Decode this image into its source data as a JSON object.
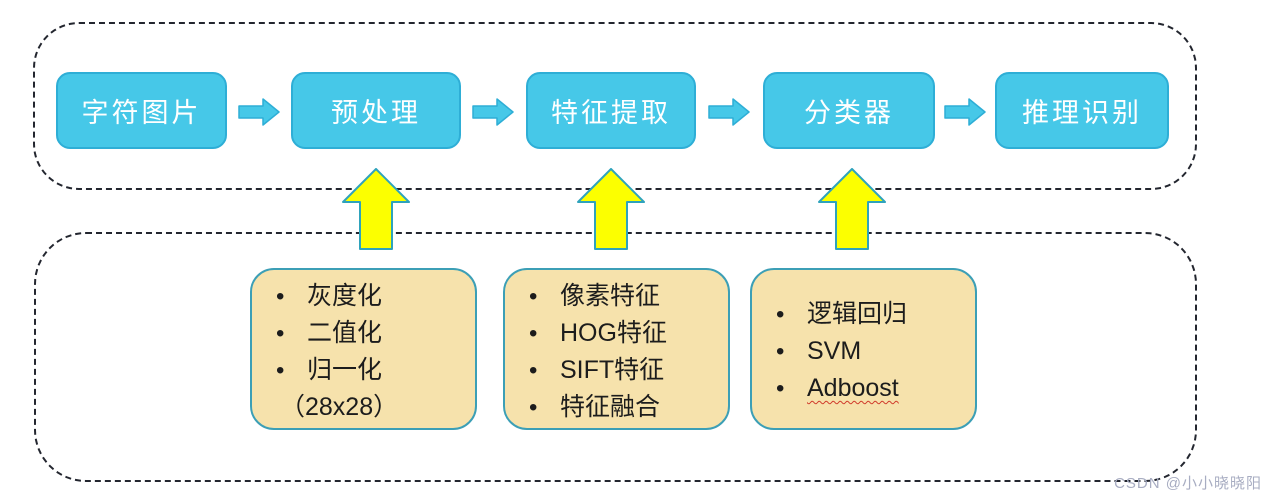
{
  "pipeline": {
    "boxes": [
      {
        "label": "字符图片"
      },
      {
        "label": "预处理"
      },
      {
        "label": "特征提取"
      },
      {
        "label": "分类器"
      },
      {
        "label": "推理识别"
      }
    ]
  },
  "panels": [
    {
      "items": [
        "灰度化",
        "二值化",
        "归一化"
      ],
      "note": "（28x28）"
    },
    {
      "items": [
        "像素特征",
        "HOG特征",
        "SIFT特征",
        "特征融合"
      ]
    },
    {
      "items": [
        "逻辑回归",
        "SVM",
        "Adboost"
      ]
    }
  ],
  "watermark": {
    "text": "CSDN @小小晓晓阳"
  },
  "icons": {
    "flow_arrow": "right-block-arrow",
    "up_arrow": "up-block-arrow"
  },
  "colors": {
    "process_fill": "#46c8e8",
    "process_border": "#2eaed6",
    "arrow_yellow": "#fcff00",
    "arrow_yellow_border": "#2fa3bc",
    "panel_fill": "#f6e2ac",
    "panel_border": "#3c9fb6",
    "dash_color": "#23262f",
    "watermark_color": "#a8adc2"
  }
}
